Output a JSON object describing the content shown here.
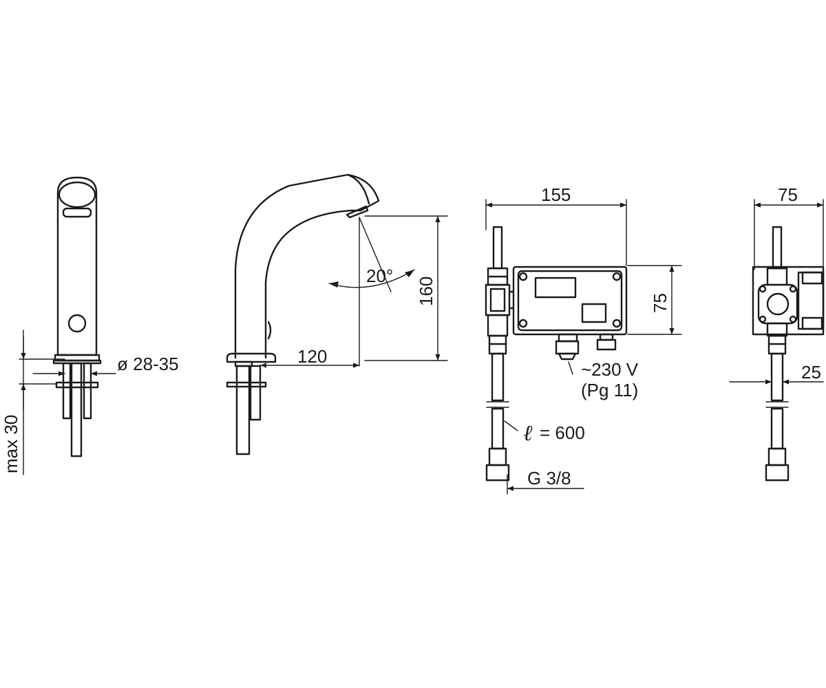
{
  "labels": {
    "max_height": "max 30",
    "hole_diameter": "ø 28-35",
    "spout_reach": "120",
    "height": "160",
    "angle": "20°",
    "box_width": "155",
    "box_height": "75",
    "voltage": "~230 V",
    "gland": "(Pg 11)",
    "hose_length_symbol": "ℓ",
    "hose_length_value": "= 600",
    "thread": "G 3/8",
    "side_depth": "75",
    "side_offset": "25"
  },
  "colors": {
    "line": "#1a1a1a",
    "background": "#ffffff"
  }
}
